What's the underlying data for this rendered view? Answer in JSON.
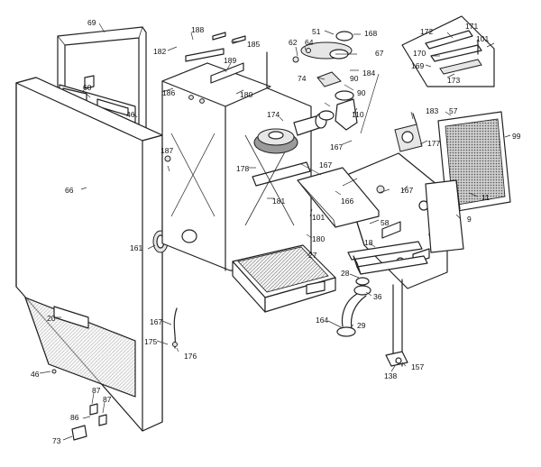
{
  "part_labels": [
    {
      "id": "p69",
      "text": "69"
    },
    {
      "id": "p188",
      "text": "188"
    },
    {
      "id": "p182",
      "text": "182"
    },
    {
      "id": "p185",
      "text": "185"
    },
    {
      "id": "p51",
      "text": "51"
    },
    {
      "id": "p168",
      "text": "168"
    },
    {
      "id": "p62",
      "text": "62"
    },
    {
      "id": "p64",
      "text": "64"
    },
    {
      "id": "p67",
      "text": "67"
    },
    {
      "id": "p172",
      "text": "172"
    },
    {
      "id": "p171",
      "text": "171"
    },
    {
      "id": "p101a",
      "text": "101"
    },
    {
      "id": "p170",
      "text": "170"
    },
    {
      "id": "p169",
      "text": "169"
    },
    {
      "id": "p189",
      "text": "189"
    },
    {
      "id": "p184",
      "text": "184"
    },
    {
      "id": "p74",
      "text": "74"
    },
    {
      "id": "p90a",
      "text": "90"
    },
    {
      "id": "p173",
      "text": "173"
    },
    {
      "id": "p60",
      "text": "60"
    },
    {
      "id": "p186",
      "text": "186"
    },
    {
      "id": "p180a",
      "text": "180"
    },
    {
      "id": "p90b",
      "text": "90"
    },
    {
      "id": "p46a",
      "text": "46"
    },
    {
      "id": "p174",
      "text": "174"
    },
    {
      "id": "p110",
      "text": "110"
    },
    {
      "id": "p183",
      "text": "183"
    },
    {
      "id": "p57",
      "text": "57"
    },
    {
      "id": "p99",
      "text": "99"
    },
    {
      "id": "p177",
      "text": "177"
    },
    {
      "id": "p167a",
      "text": "167"
    },
    {
      "id": "p187",
      "text": "187"
    },
    {
      "id": "p178",
      "text": "178"
    },
    {
      "id": "p167b",
      "text": "167"
    },
    {
      "id": "p66",
      "text": "66"
    },
    {
      "id": "p166",
      "text": "166"
    },
    {
      "id": "p167c",
      "text": "167"
    },
    {
      "id": "p11",
      "text": "11"
    },
    {
      "id": "p181",
      "text": "181"
    },
    {
      "id": "p101b",
      "text": "101"
    },
    {
      "id": "p9",
      "text": "9"
    },
    {
      "id": "p58",
      "text": "58"
    },
    {
      "id": "p180b",
      "text": "180"
    },
    {
      "id": "p161",
      "text": "161"
    },
    {
      "id": "p27",
      "text": "27"
    },
    {
      "id": "p18",
      "text": "18"
    },
    {
      "id": "p28",
      "text": "28"
    },
    {
      "id": "p36",
      "text": "36"
    },
    {
      "id": "p20",
      "text": "20"
    },
    {
      "id": "p167d",
      "text": "167"
    },
    {
      "id": "p164",
      "text": "164"
    },
    {
      "id": "p29",
      "text": "29"
    },
    {
      "id": "p175",
      "text": "175"
    },
    {
      "id": "p176",
      "text": "176"
    },
    {
      "id": "p46b",
      "text": "46"
    },
    {
      "id": "p138",
      "text": "138"
    },
    {
      "id": "p157",
      "text": "157"
    },
    {
      "id": "p87a",
      "text": "87"
    },
    {
      "id": "p87b",
      "text": "87"
    },
    {
      "id": "p86",
      "text": "86"
    },
    {
      "id": "p73",
      "text": "73"
    }
  ]
}
